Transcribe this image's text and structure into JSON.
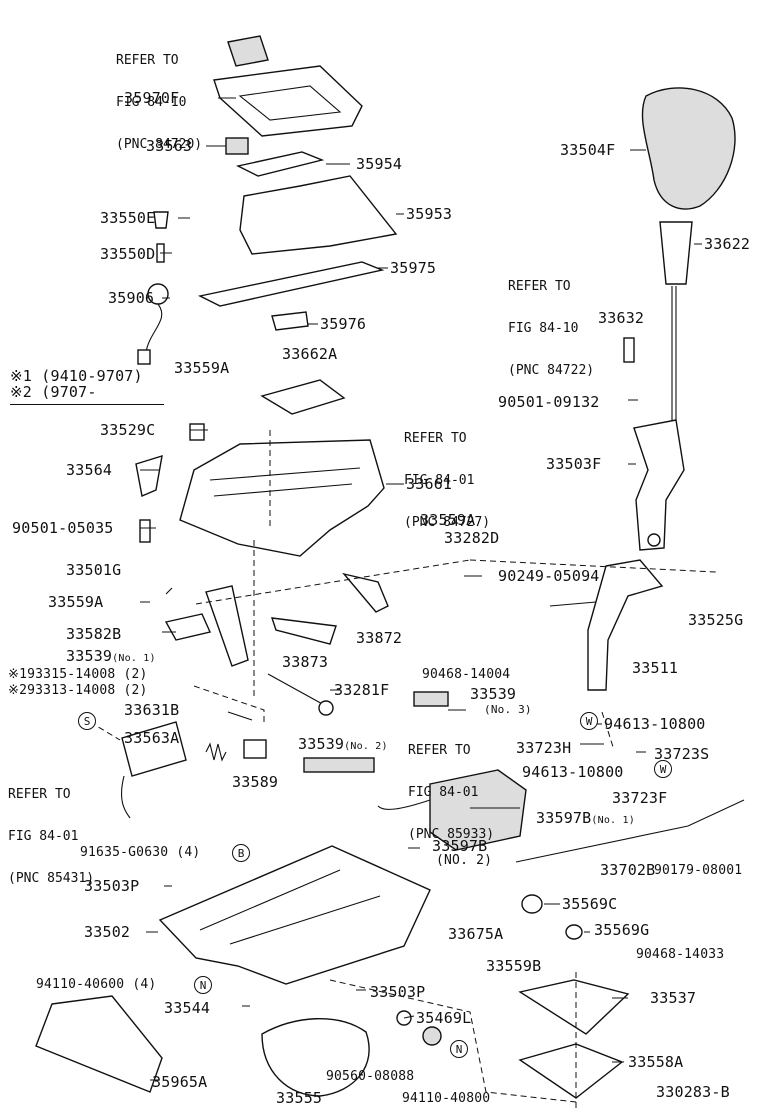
{
  "refs": {
    "r1": {
      "line1": "REFER TO",
      "line2": "FIG 84-10",
      "line3": "(PNC 84720)"
    },
    "r2": {
      "line1": "REFER TO",
      "line2": "FIG 84-10",
      "line3": "(PNC 84722)"
    },
    "r3": {
      "line1": "REFER TO",
      "line2": "FIG 84-01",
      "line3": "(PNC 84727)"
    },
    "r4": {
      "line1": "REFER TO",
      "line2": "FIG 84-01",
      "line3": "(PNC 85933)"
    },
    "r5": {
      "line1": "REFER TO",
      "line2": "FIG 84-01",
      "line3": "(PNC 85431)"
    }
  },
  "legend": {
    "l1": "※1 (9410-9707)",
    "l2": "※2 (9707-"
  },
  "labels": {
    "p35970F": "35970F",
    "p33563": "33563",
    "p35954": "35954",
    "p33550E": "33550E",
    "p35953": "35953",
    "p33550D": "33550D",
    "p35975": "35975",
    "p35906": "35906",
    "p35976": "35976",
    "p33504F": "33504F",
    "p33622": "33622",
    "p33632": "33632",
    "p90501_09132": "90501-09132",
    "p33559A_1": "33559A",
    "p33662A": "33662A",
    "p33529C": "33529C",
    "p33503F": "33503F",
    "p33564": "33564",
    "p33661": "33661",
    "p90501_05035": "90501-05035",
    "p33559A_2": "33559A",
    "p33282D": "33282D",
    "p33501G": "33501G",
    "p90249_05094": "90249-05094",
    "p33559A_3": "33559A",
    "p33525G": "33525G",
    "p33582B": "33582B",
    "p33872": "33872",
    "p33539_1": "33539",
    "p33539_1sub": "(No. 1)",
    "p33873": "33873",
    "p33511": "33511",
    "p193315": "※193315-14008 (2)",
    "p293313": "※293313-14008 (2)",
    "p33281F": "33281F",
    "p90468_14004": "90468-14004",
    "p33539_3": "33539",
    "p33539_3sub": "(No. 3)",
    "p33631B": "33631B",
    "p94613_10800a": "94613-10800",
    "p33563A": "33563A",
    "p33539_2": "33539",
    "p33539_2sub": "(No. 2)",
    "p33723H": "33723H",
    "p33723S": "33723S",
    "p33589": "33589",
    "p94613_10800b": "94613-10800",
    "p33723F": "33723F",
    "p33597B_1": "33597B",
    "p33597B_1sub": "(No. 1)",
    "p91635": "91635-G0630 (4)",
    "p33597B_2": "33597B",
    "p33597B_2sub": "(NO. 2)",
    "p33702B": "33702B",
    "p90179": "90179-08001",
    "p33503P_1": "33503P",
    "p35569C": "35569C",
    "p33502": "33502",
    "p33675A": "33675A",
    "p35569G": "35569G",
    "p94110_40600": "94110-40600 (4)",
    "p90468_14033": "90468-14033",
    "p33559B": "33559B",
    "p33544": "33544",
    "p33503P_2": "33503P",
    "p33537": "33537",
    "p35469L": "35469L",
    "p90560_08088": "90560-08088",
    "p33558A": "33558A",
    "p35965A": "35965A",
    "p33555": "33555",
    "p94110_40800": "94110-40800",
    "p330283B": "330283-B"
  },
  "symbols": {
    "s": "S",
    "w": "W",
    "b": "B",
    "n": "N"
  }
}
